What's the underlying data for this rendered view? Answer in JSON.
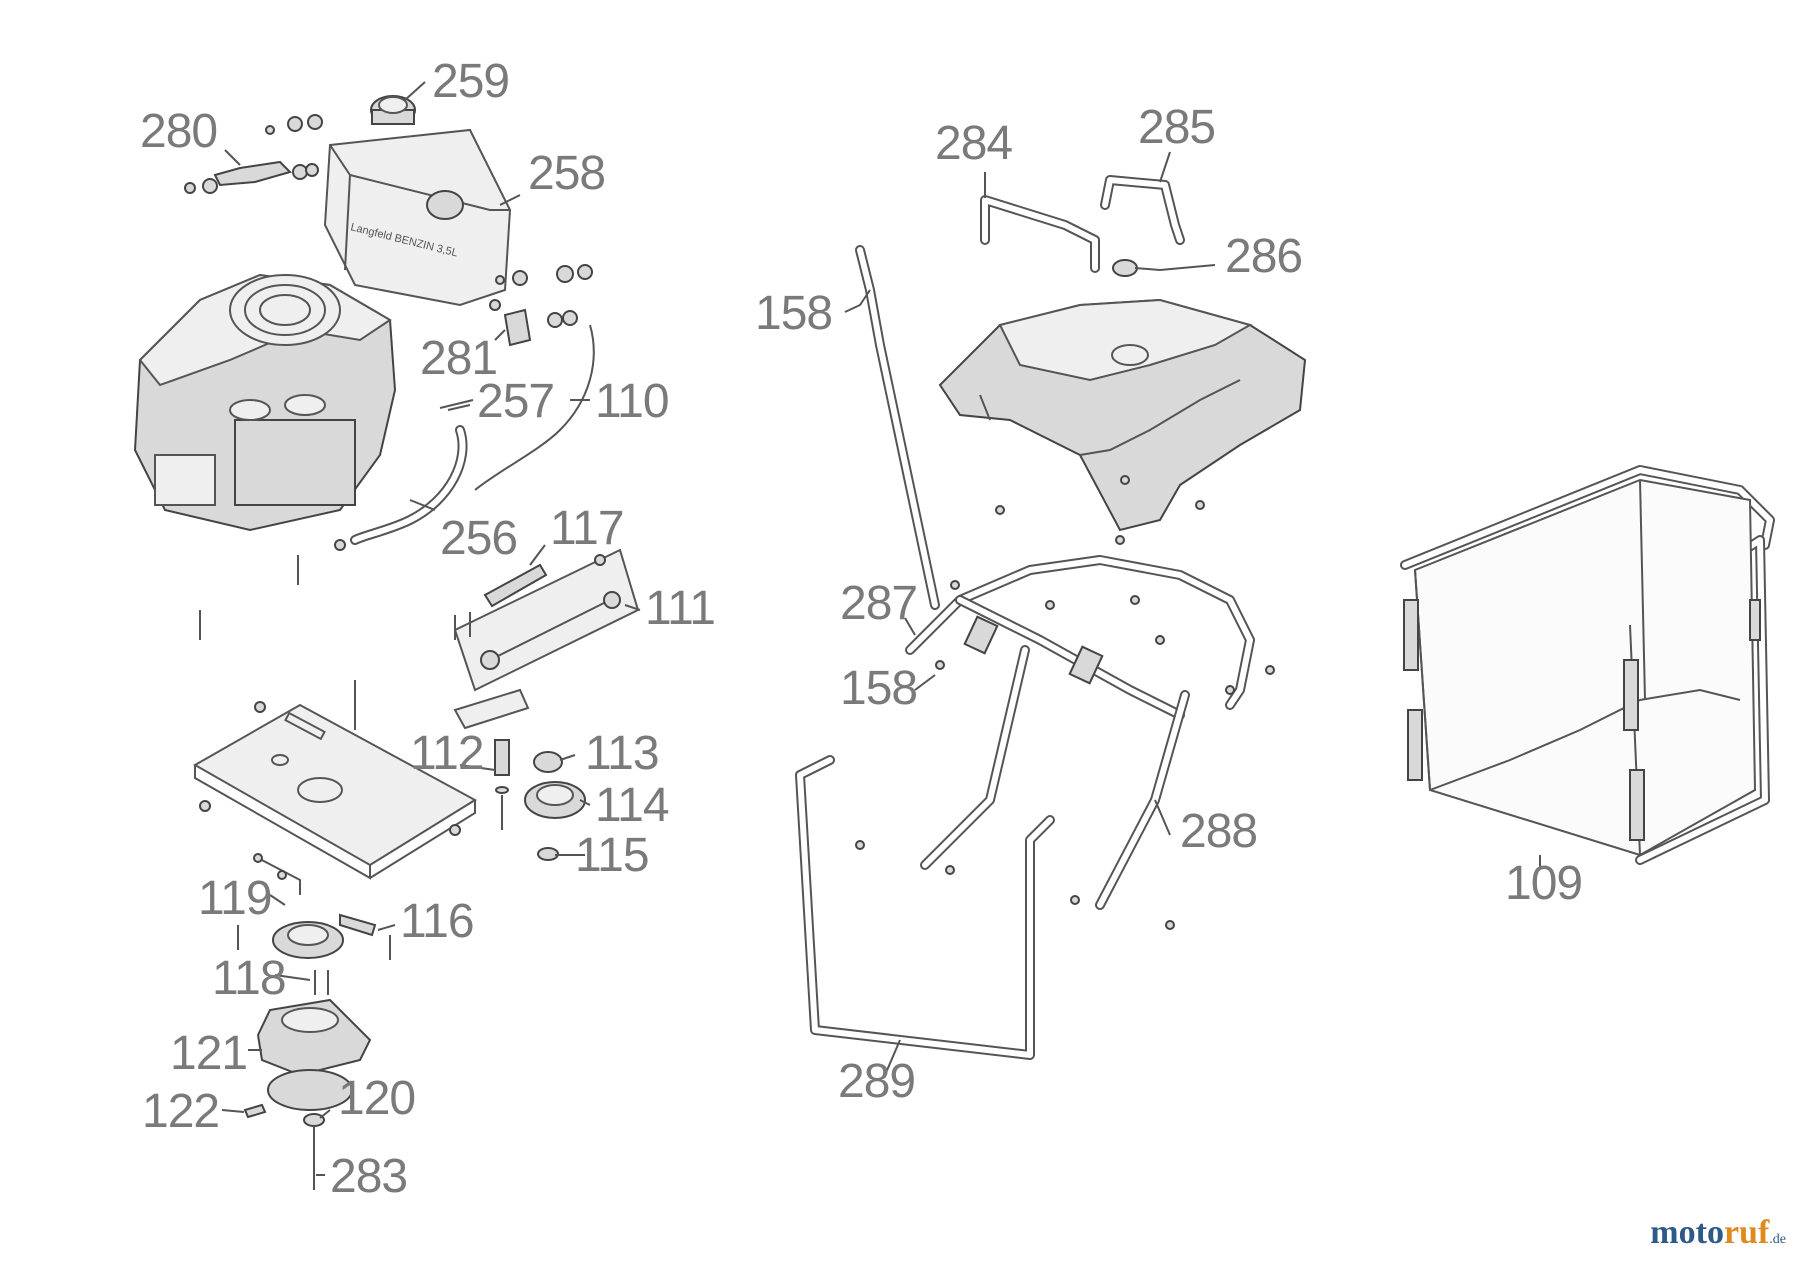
{
  "diagram": {
    "labels": [
      {
        "id": "l259",
        "text": "259"
      },
      {
        "id": "l280",
        "text": "280"
      },
      {
        "id": "l258",
        "text": "258"
      },
      {
        "id": "l281",
        "text": "281"
      },
      {
        "id": "l257",
        "text": "257"
      },
      {
        "id": "l110",
        "text": "110"
      },
      {
        "id": "l256",
        "text": "256"
      },
      {
        "id": "l117",
        "text": "117"
      },
      {
        "id": "l111",
        "text": "111"
      },
      {
        "id": "l112",
        "text": "112"
      },
      {
        "id": "l113",
        "text": "113"
      },
      {
        "id": "l114",
        "text": "114"
      },
      {
        "id": "l115",
        "text": "115"
      },
      {
        "id": "l119",
        "text": "119"
      },
      {
        "id": "l116",
        "text": "116"
      },
      {
        "id": "l118",
        "text": "118"
      },
      {
        "id": "l121",
        "text": "121"
      },
      {
        "id": "l122",
        "text": "122"
      },
      {
        "id": "l120",
        "text": "120"
      },
      {
        "id": "l283",
        "text": "283"
      },
      {
        "id": "l284",
        "text": "284"
      },
      {
        "id": "l285",
        "text": "285"
      },
      {
        "id": "l286",
        "text": "286"
      },
      {
        "id": "l158a",
        "text": "158"
      },
      {
        "id": "l287",
        "text": "287"
      },
      {
        "id": "l158b",
        "text": "158"
      },
      {
        "id": "l288",
        "text": "288"
      },
      {
        "id": "l289",
        "text": "289"
      },
      {
        "id": "l109",
        "text": "109"
      }
    ],
    "tank_print": "Langfeld BENZIN 3,5L",
    "watermark": {
      "part1": "moto",
      "part2": "ruf",
      "part3": ".de"
    }
  }
}
